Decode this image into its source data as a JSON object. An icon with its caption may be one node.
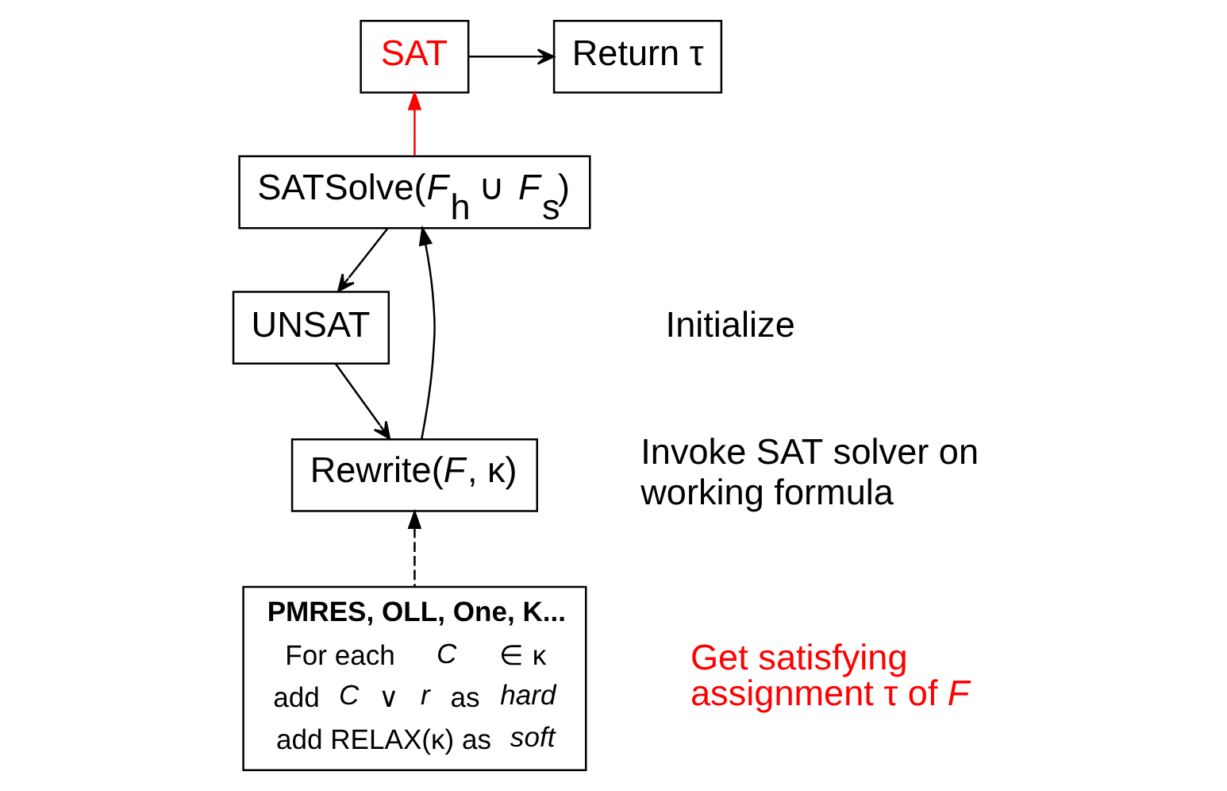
{
  "diagram": {
    "nodes": [
      {
        "text": [
          "SAT"
        ]
      },
      {
        "text": [
          "Return τ"
        ]
      },
      {
        "text": [
          "SATSolve(*F*$_{h}$ ∪ *F*$_{s}$)"
        ]
      },
      {
        "text": [
          "UNSAT"
        ]
      },
      {
        "text": [
          "Rewrite(*F*, κ)"
        ]
      },
      {
        "text": [
          "PMRES, OLL, One, K...",
          "For each *C* ∈ κ",
          "add *C* ∨ *r* as *hard*",
          "add RELAX(κ) as *soft*"
        ]
      }
    ],
    "edges": [
      {
        "from": 2,
        "to": 0,
        "arrow": "to",
        "color": "#ff0000"
      },
      {
        "from": 0,
        "to": 1,
        "arrow": "to"
      },
      {
        "from": 2,
        "to": 3,
        "arrow": "to"
      },
      {
        "from": 3,
        "to": 4,
        "arrow": "to"
      },
      {
        "from": 4,
        "to": 2,
        "arrow": "to"
      },
      {
        "from": 5,
        "to": 4,
        "arrow": "to",
        "style": "dashed"
      }
    ],
    "labels": [
      "Initialize",
      "Invoke SAT solver on working formula",
      "Get satisfying assignment τ of *F*"
    ]
  }
}
